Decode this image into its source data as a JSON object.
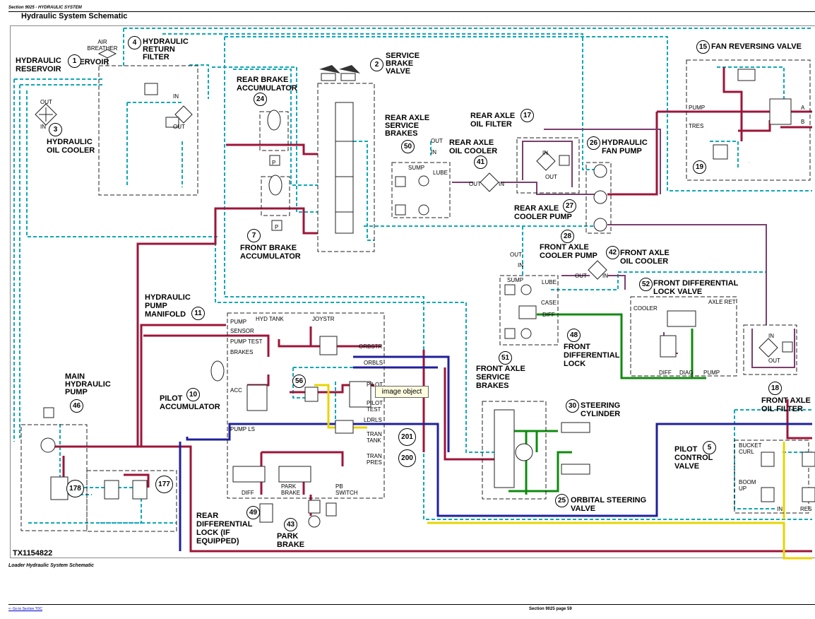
{
  "header": {
    "section_label": "Section 9025 - HYDRAULIC SYSTEM",
    "title": "Hydraulic System Schematic"
  },
  "figure_id": "TX1154822",
  "caption": "Loader Hydraulic System Schematic",
  "footer": {
    "toc_link": "<- Go to Section TOC",
    "page_label": "Section 9025 page 59"
  },
  "tooltip": "image object",
  "colors": {
    "pressure": "#9c1638",
    "return": "#10a8b8",
    "pilot": "#20209c",
    "lube": "#0f8a0f",
    "case_drain": "#7a3f6d",
    "yellow": "#e8d400"
  },
  "labels": {
    "reservoir": "HYDRAULIC RESERVOIR",
    "air_breather": "AIR BREATHER",
    "return_filter": "HYDRAULIC RETURN FILTER",
    "oil_cooler": "HYDRAULIC OIL COOLER",
    "rear_brake_acc": "REAR BRAKE ACCUMULATOR",
    "front_brake_acc": "FRONT BRAKE ACCUMULATOR",
    "service_brake": "SERVICE BRAKE VALVE",
    "rear_axle_service": "REAR AXLE SERVICE BRAKES",
    "rear_axle_filter": "REAR AXLE OIL FILTER",
    "rear_axle_cooler": "REAR AXLE OIL COOLER",
    "fan_pump": "HYDRAULIC FAN PUMP",
    "rear_cooler_pump": "REAR AXLE COOLER PUMP",
    "front_cooler_pump": "FRONT AXLE COOLER PUMP",
    "front_oil_cooler": "FRONT AXLE OIL COOLER",
    "front_diff_lock_valve": "FRONT DIFFERENTIAL LOCK VALVE",
    "fan_reversing": "FAN REVERSING VALVE",
    "front_axle_filter": "FRONT AXLE OIL FILTER",
    "pump_manifold": "HYDRAULIC PUMP MANIFOLD",
    "pilot_acc": "PILOT ACCUMULATOR",
    "main_pump": "MAIN HYDRAULIC PUMP",
    "front_diff_lock": "FRONT DIFFERENTIAL LOCK",
    "front_axle_service": "FRONT AXLE SERVICE BRAKES",
    "steering_cyl": "STEERING CYLINDER",
    "orbital": "ORBITAL STEERING VALVE",
    "pilot_control": "PILOT CONTROL VALVE",
    "rear_diff_lock": "REAR DIFFERENTIAL LOCK (IF EQUIPPED)",
    "park_brake": "PARK BRAKE"
  },
  "ports": {
    "pump": "PUMP",
    "hyd_tank": "HYD TANK",
    "joystr": "JOYSTR",
    "sensor": "SENSOR",
    "pump_test": "PUMP TEST",
    "brakes": "BRAKES",
    "orbstr": "ORBSTR",
    "orbls": "ORBLS",
    "acc": "ACC",
    "pilot": "PILOT",
    "pilot_test": "PILOT TEST",
    "ldrls": "LDRLS",
    "pump_ls": "PUMP LS",
    "tran_tank": "TRAN TANK",
    "tran_pres": "TRAN PRES",
    "diff": "DIFF",
    "park_brake": "PARK BRAKE",
    "pb_switch": "PB SWITCH",
    "in": "IN",
    "out": "OUT",
    "sump": "SUMP",
    "lube": "LUBE",
    "case": "CASE",
    "cooler": "COOLER",
    "axle_ret": "AXLE RET",
    "diag": "DIAG",
    "tres": "TRES",
    "a": "A",
    "b": "B",
    "p": "P",
    "bucket_curl": "BUCKET CURL",
    "boom_up": "BOOM UP",
    "res": "RES"
  },
  "callouts": [
    "1",
    "2",
    "3",
    "4",
    "7",
    "10",
    "11",
    "15",
    "17",
    "18",
    "19",
    "24",
    "25",
    "26",
    "27",
    "28",
    "30",
    "41",
    "42",
    "43",
    "46",
    "48",
    "49",
    "50",
    "51",
    "52",
    "56",
    "177",
    "178",
    "200",
    "201",
    "5"
  ]
}
